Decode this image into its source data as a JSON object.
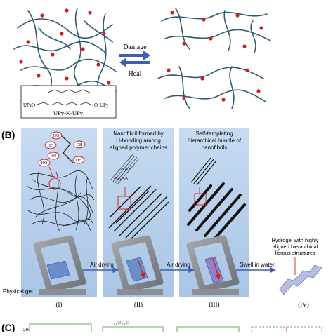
{
  "panelA": {
    "damage_label": "Damage",
    "heal_label": "Heal",
    "inset": {
      "title": "UPy-K-UPy",
      "left_end": "UPy",
      "right_end": "UPy",
      "ether1": "O",
      "ether2": "O"
    }
  },
  "panelB": {
    "label": "(B)",
    "ho_labels": [
      "HO",
      "HO",
      "HO",
      "HO",
      "OH",
      "OH"
    ],
    "caption2": [
      "Nanofibril formed by",
      "H-bonding among",
      "aligned polymer chains"
    ],
    "caption3": [
      "Self-templating",
      "hierarchical bundle of",
      "nanofibrils"
    ],
    "caption4": [
      "Hydrogel with highly",
      "aligned hierarchical",
      "fibrous structures"
    ],
    "step1": "Air drying",
    "step2": "Air drying",
    "step3": "Swell in water",
    "physical_gel": "Physical gel",
    "stages": [
      "(I)",
      "(II)",
      "(III)",
      "(IV)"
    ]
  },
  "panelC": {
    "label": "(C)",
    "axis_text": "2H"
  },
  "colors": {
    "chain": "#2a5b6e",
    "red_group": "#d21e1e",
    "panel_bg": "#b9d1ec",
    "arrow": "#3d5fb0",
    "frame": "#8b8e93"
  }
}
